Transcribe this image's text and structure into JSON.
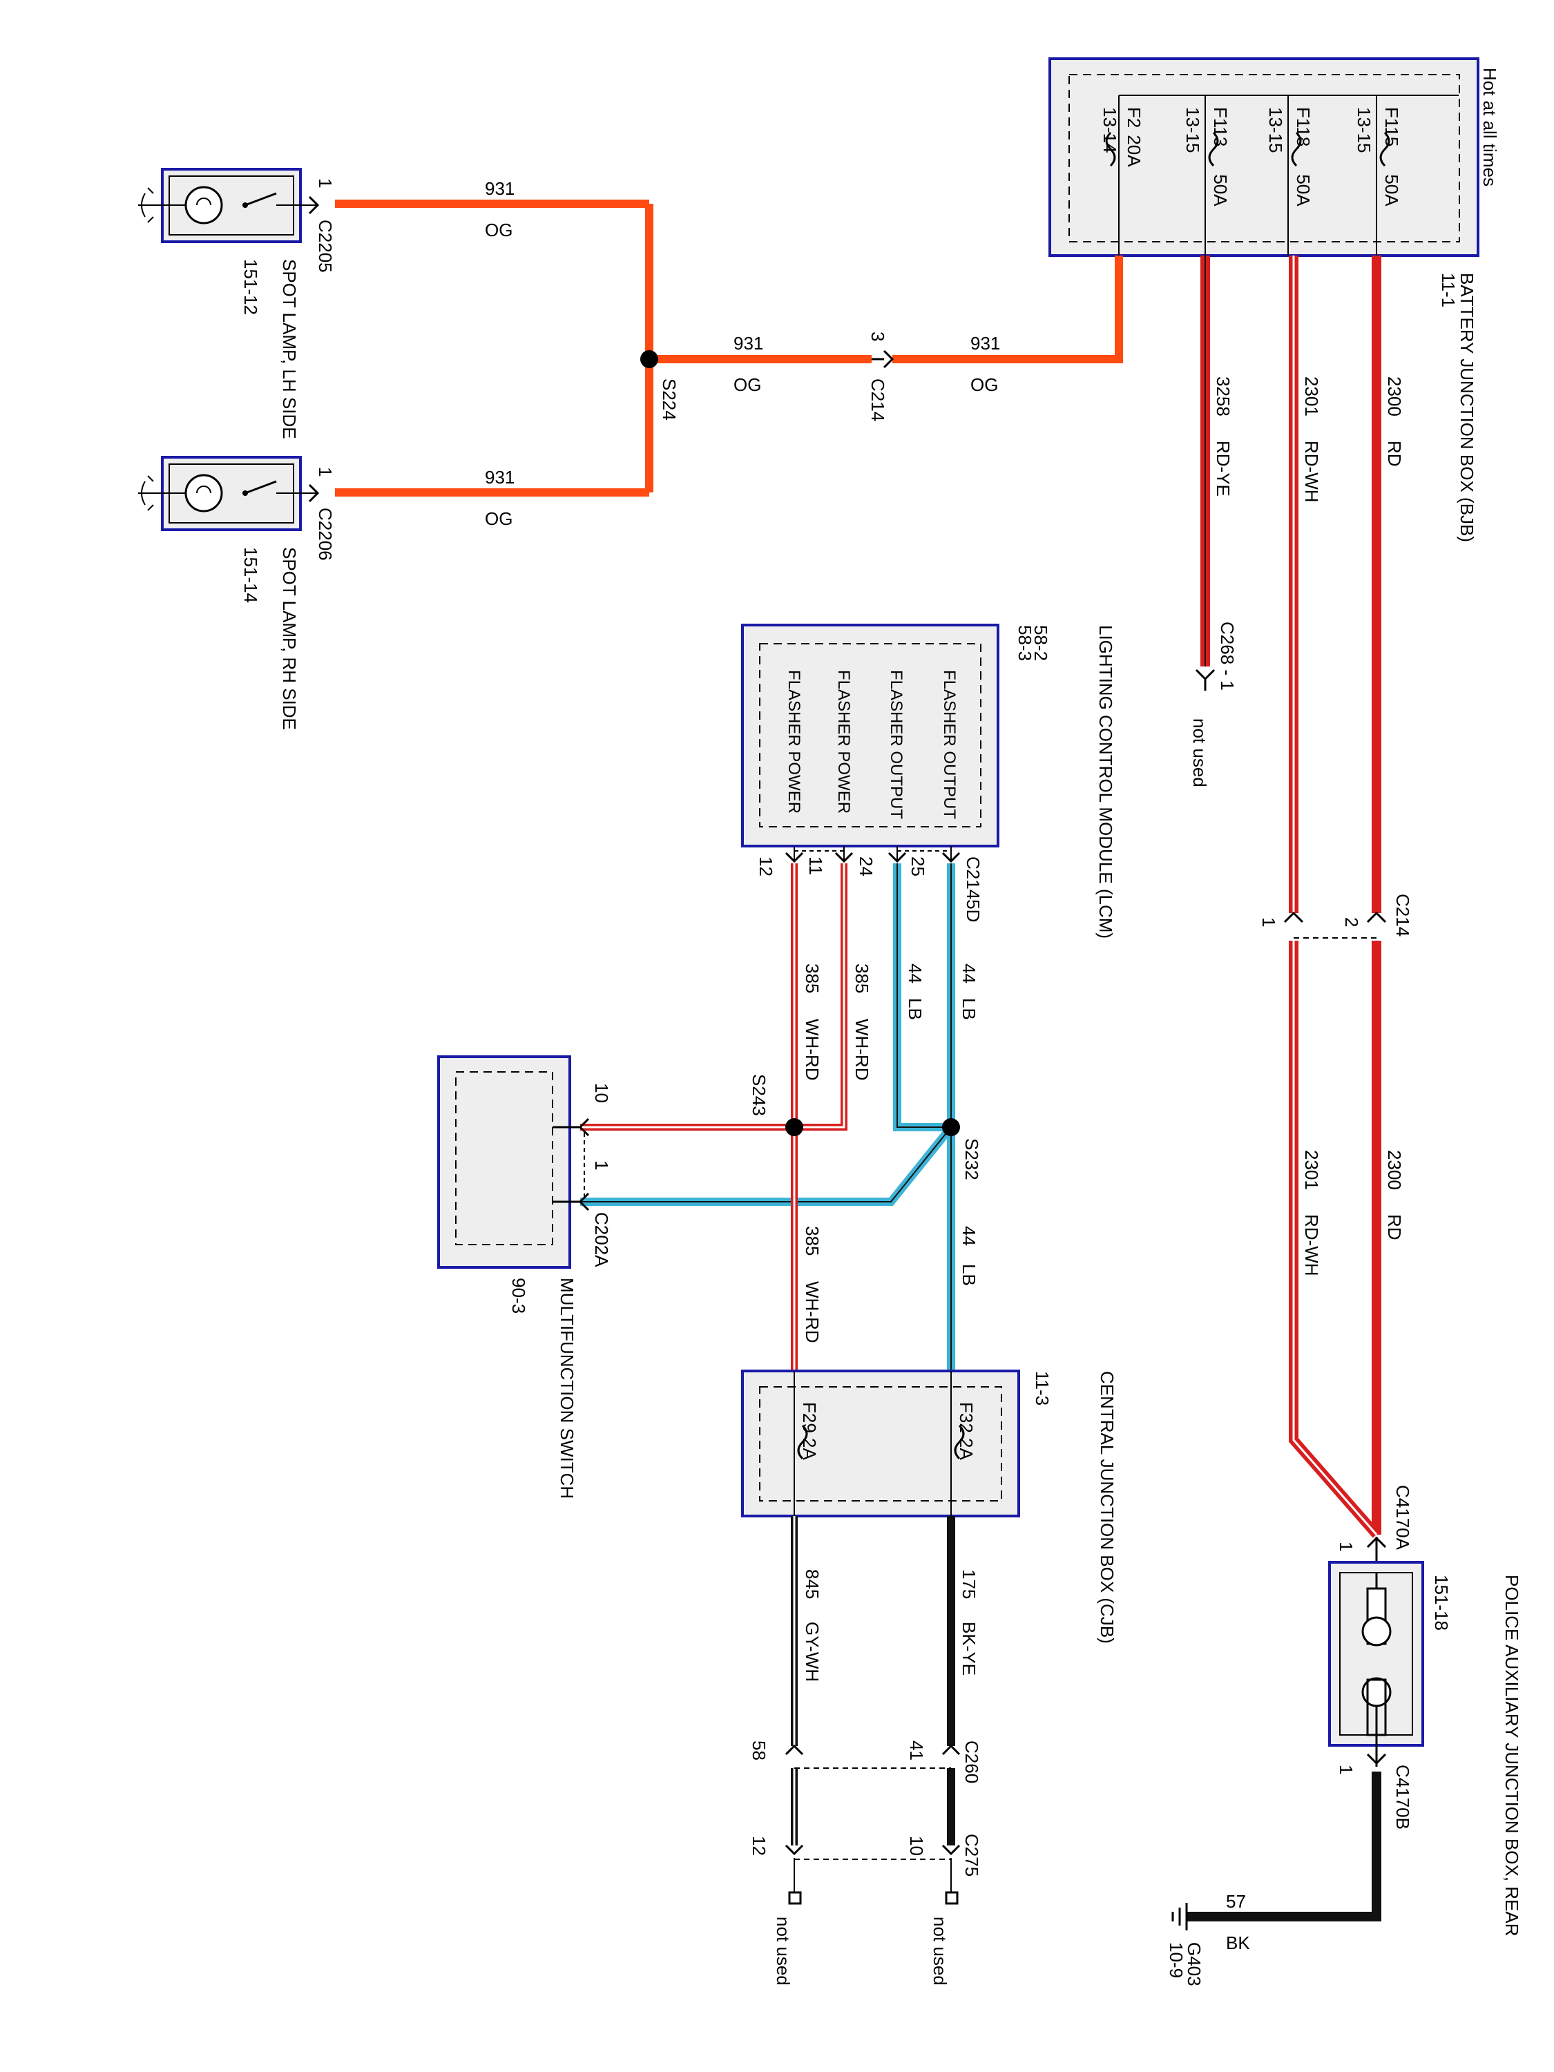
{
  "colors": {
    "og": "#ff4a12",
    "rd": "#d81e1e",
    "lb": "#3cb4d8",
    "bk": "#111111",
    "wh": "#ffffff",
    "box_border": "#1a1aa8",
    "box_fill": "#eeeeee"
  },
  "components": {
    "bjb": {
      "name": "BATTERY JUNCTION BOX (BJB)",
      "ref": "11-1",
      "hot_note": "Hot at all times"
    },
    "fuses": [
      {
        "id": "F115",
        "rating": "50A",
        "ref": "13-15"
      },
      {
        "id": "F118",
        "rating": "50A",
        "ref": "13-15"
      },
      {
        "id": "F113",
        "rating": "50A",
        "ref": "13-15"
      },
      {
        "id": "F2",
        "rating": "20A",
        "ref": "13-14"
      }
    ],
    "lcm": {
      "name": "LIGHTING CONTROL MODULE (LCM)",
      "refs": [
        "58-2",
        "58-3"
      ],
      "pins": [
        "FLASHER OUTPUT",
        "FLASHER OUTPUT",
        "FLASHER POWER",
        "FLASHER POWER"
      ]
    },
    "mfs": {
      "name": "MULTIFUNCTION SWITCH",
      "ref": "90-3"
    },
    "cjb": {
      "name": "CENTRAL JUNCTION BOX (CJB)",
      "ref": "11-3",
      "fuses": [
        "F32 2A",
        "F29 2A"
      ]
    },
    "pajb": {
      "name": "POLICE AUXILIARY JUNCTION BOX, REAR",
      "ref": "151-18"
    },
    "spot_lh": {
      "name": "SPOT LAMP, LH SIDE",
      "ref": "151-12"
    },
    "spot_rh": {
      "name": "SPOT LAMP, RH SIDE",
      "ref": "151-14"
    },
    "ground": {
      "id": "G403",
      "ref": "10-9"
    }
  },
  "connectors": {
    "c2205": "C2205",
    "c2206": "C2206",
    "c214": "C214",
    "c268": "C268 - 1",
    "c2145d": "C2145D",
    "c202a": "C202A",
    "c4170a": "C4170A",
    "c4170b": "C4170B",
    "c260": "C260",
    "c275": "C275"
  },
  "splices": {
    "s224": "S224",
    "s232": "S232",
    "s243": "S243"
  },
  "pins": {
    "c2205": "1",
    "c2206": "1",
    "c214_og": "3",
    "c214_a": "2",
    "c214_b": "1",
    "c2145d": [
      "25",
      "24",
      "11",
      "12"
    ],
    "c2145d_first": "",
    "c202a_a": "10",
    "c202a_b": "1",
    "c4170a": "1",
    "c4170b": "1",
    "c260": [
      "41",
      "58"
    ],
    "c275": [
      "10",
      "12"
    ]
  },
  "wires": {
    "w931": "931",
    "og": "OG",
    "w2300": "2300",
    "rd": "RD",
    "w2301": "2301",
    "rdwh": "RD-WH",
    "w3258": "3258",
    "rdye": "RD-YE",
    "w44": "44",
    "lb": "LB",
    "w385": "385",
    "whrd": "WH-RD",
    "w175": "175",
    "bkye": "BK-YE",
    "w845": "845",
    "gywh": "GY-WH",
    "w57": "57",
    "bk": "BK"
  },
  "notes": {
    "not_used": "not used"
  }
}
